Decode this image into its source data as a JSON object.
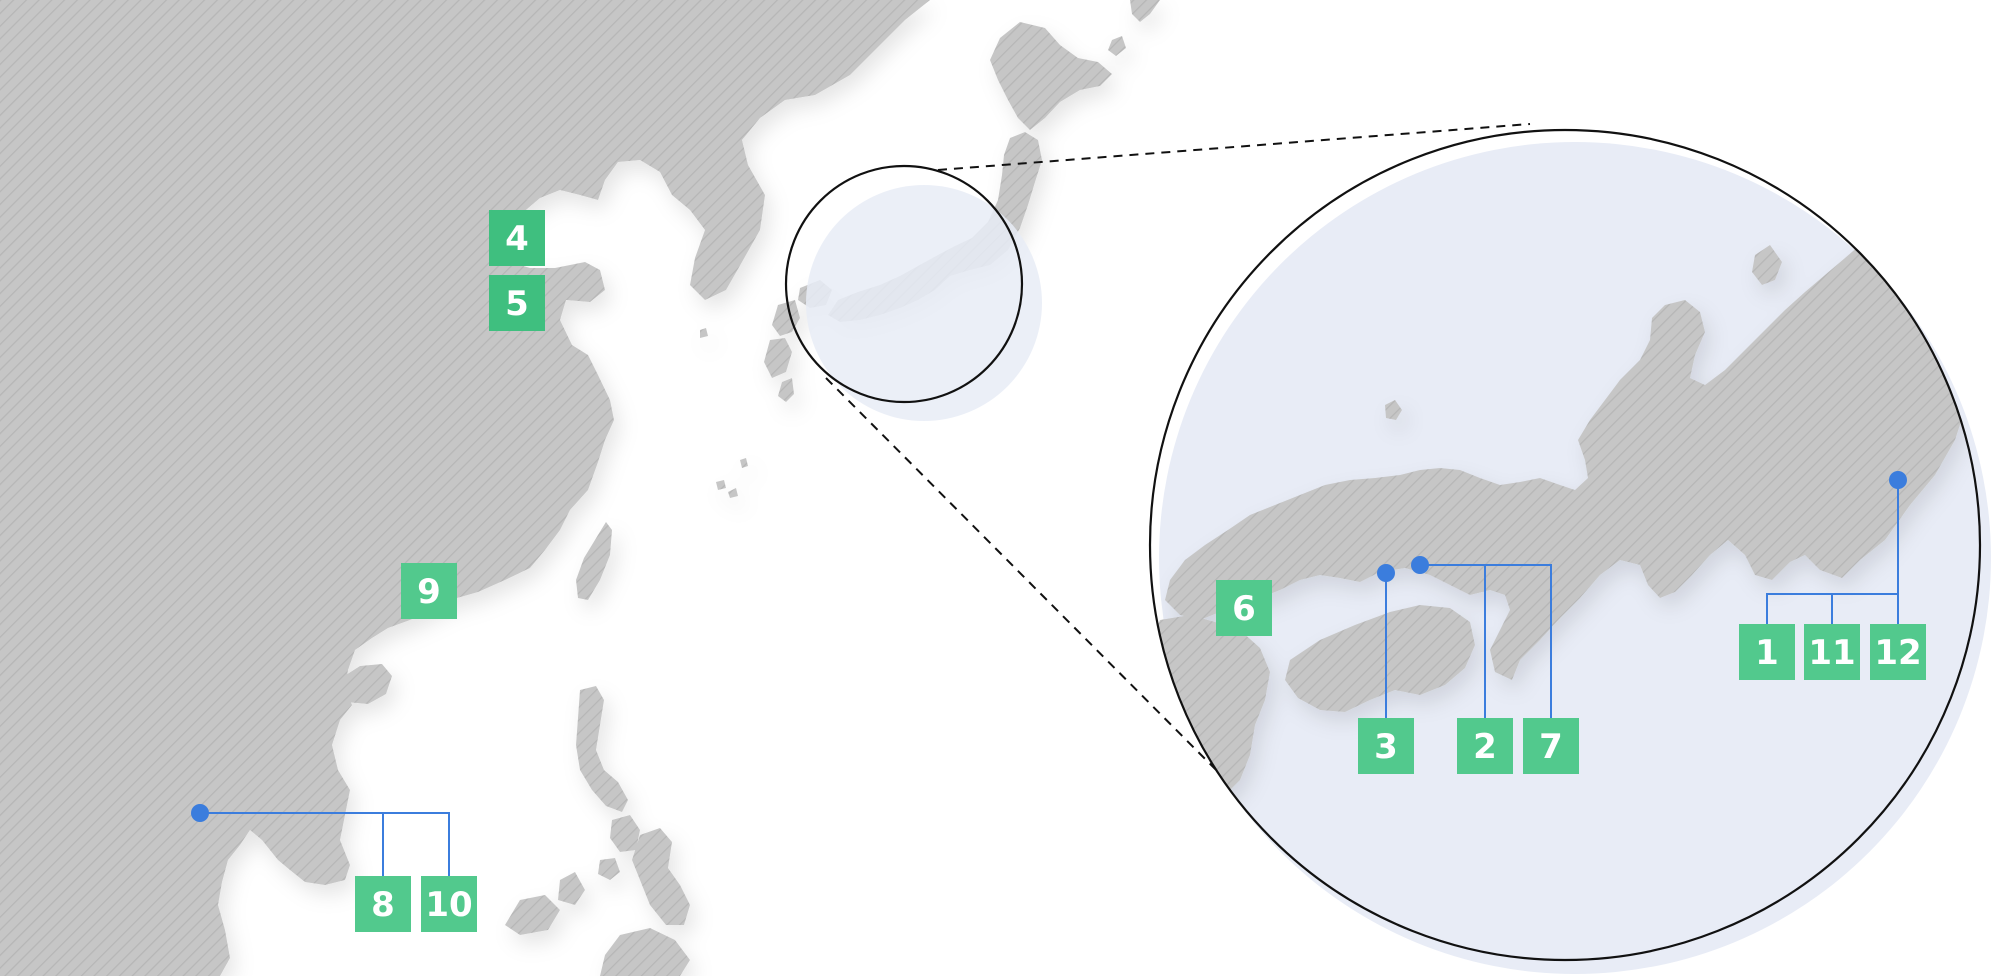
{
  "colors": {
    "land": "#c6c6c6",
    "land_hatch": "#b4b4b4",
    "inset_fill": "#e8ecf6",
    "marker_green": "#52c98d",
    "marker_green_dark": "#3fbf7f",
    "connector_blue": "#3b7ddd",
    "outline": "#111111"
  },
  "icons": {
    "location_pin": "location-dot-icon",
    "zoom_inset": "magnifier-circle-icon"
  },
  "markers": [
    {
      "id": "1",
      "label": "1"
    },
    {
      "id": "2",
      "label": "2"
    },
    {
      "id": "3",
      "label": "3"
    },
    {
      "id": "4",
      "label": "4"
    },
    {
      "id": "5",
      "label": "5"
    },
    {
      "id": "6",
      "label": "6"
    },
    {
      "id": "7",
      "label": "7"
    },
    {
      "id": "8",
      "label": "8"
    },
    {
      "id": "9",
      "label": "9"
    },
    {
      "id": "10",
      "label": "10"
    },
    {
      "id": "11",
      "label": "11"
    },
    {
      "id": "12",
      "label": "12"
    }
  ]
}
